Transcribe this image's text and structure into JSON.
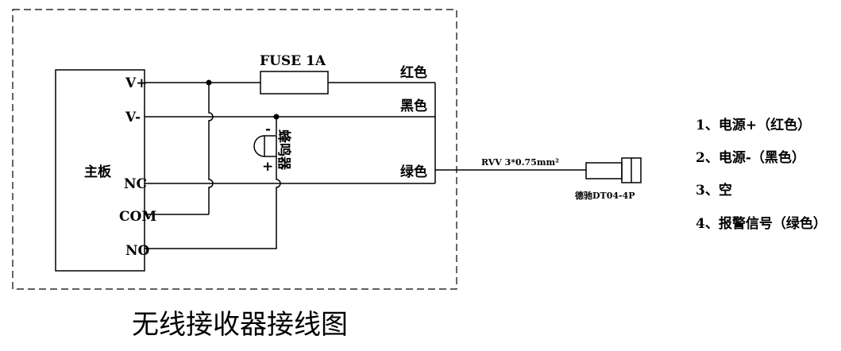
{
  "board": {
    "label": "主板",
    "pins": [
      "V+",
      "V-",
      "NC",
      "COM",
      "NO"
    ]
  },
  "fuse": {
    "label": "FUSE  1A"
  },
  "buzzer": {
    "label": "蜂鸣器",
    "minus": "-",
    "plus": "+"
  },
  "wires": {
    "red": "红色",
    "black": "黑色",
    "green": "绿色"
  },
  "cable": {
    "label": "RVV 3*0.75mm²"
  },
  "connector": {
    "label": "德驰DT04-4P"
  },
  "legend": [
    "1、电源+（红色）",
    "2、电源-（黑色）",
    "3、空",
    "4、报警信号（绿色）"
  ],
  "title": "无线接收器接线图"
}
